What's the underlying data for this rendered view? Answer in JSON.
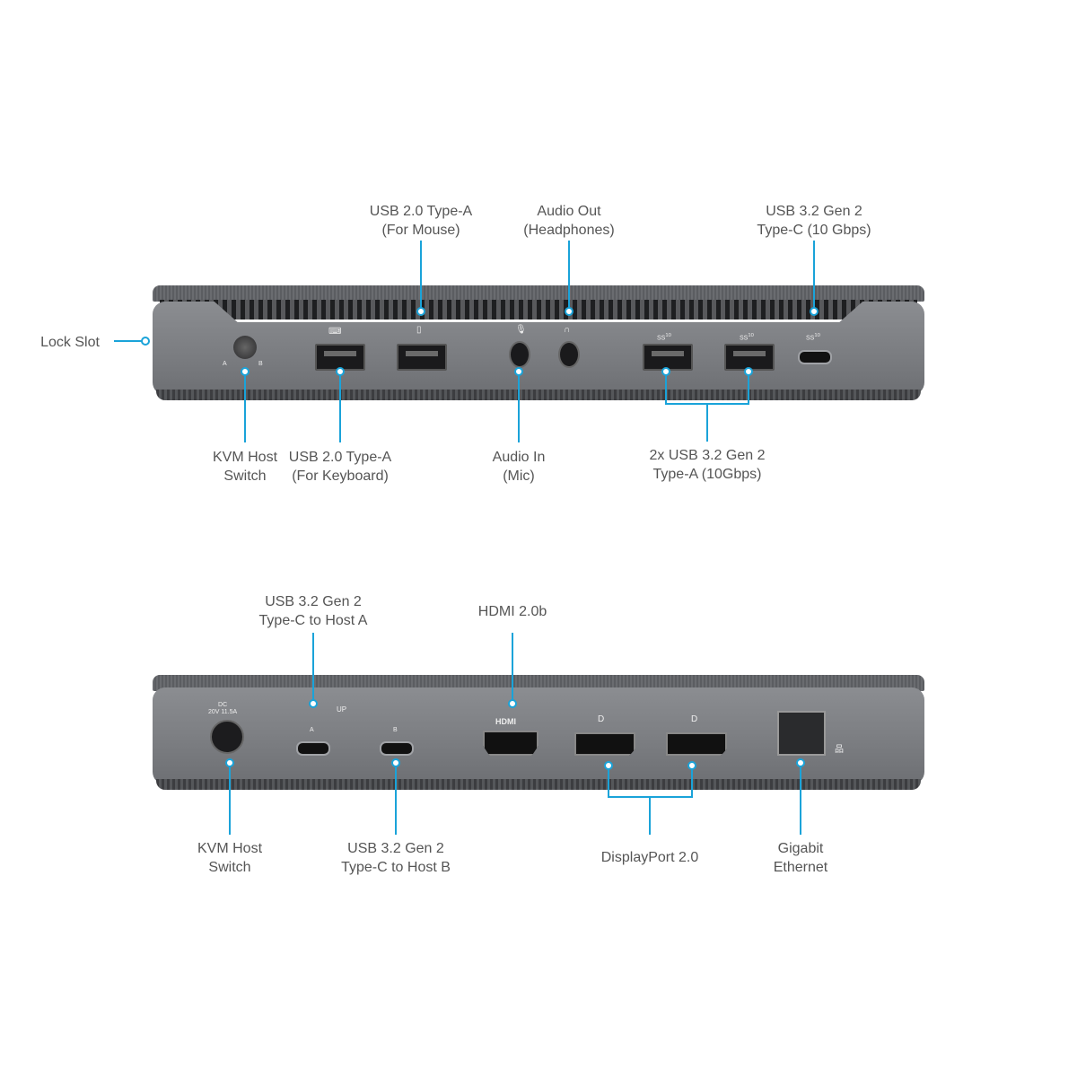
{
  "top_view": {
    "callouts": {
      "usb2_mouse": [
        "USB 2.0 Type-A",
        "(For Mouse)"
      ],
      "audio_out": [
        "Audio Out",
        "(Headphones)"
      ],
      "usbc_10g": [
        "USB 3.2 Gen 2",
        "Type-C (10 Gbps)"
      ],
      "lock_slot": "Lock Slot",
      "kvm_switch": [
        "KVM Host",
        "Switch"
      ],
      "usb2_keyboard": [
        "USB 2.0 Type-A",
        "(For Keyboard)"
      ],
      "audio_in": [
        "Audio In",
        "(Mic)"
      ],
      "usba_10g": [
        "2x USB 3.2 Gen 2",
        "Type-A (10Gbps)"
      ]
    },
    "port_marks": {
      "host_a": "A",
      "host_b": "B",
      "ss": "SS",
      "ss_10": "10"
    }
  },
  "bottom_view": {
    "callouts": {
      "host_a": [
        "USB 3.2 Gen 2",
        "Type-C to Host A"
      ],
      "hdmi": "HDMI 2.0b",
      "kvm_switch": [
        "KVM Host",
        "Switch"
      ],
      "host_b": [
        "USB 3.2 Gen 2",
        "Type-C to Host B"
      ],
      "displayport": "DisplayPort 2.0",
      "ethernet": [
        "Gigabit",
        "Ethernet"
      ]
    },
    "port_marks": {
      "dc": "DC",
      "dc_rating": "20V 11.5A",
      "up": "UP",
      "host_a": "A",
      "host_b": "B",
      "hdmi": "HDMI"
    }
  },
  "colors": {
    "callout": "#1aa3d9",
    "text": "#555555",
    "body": "#7d7f83"
  }
}
